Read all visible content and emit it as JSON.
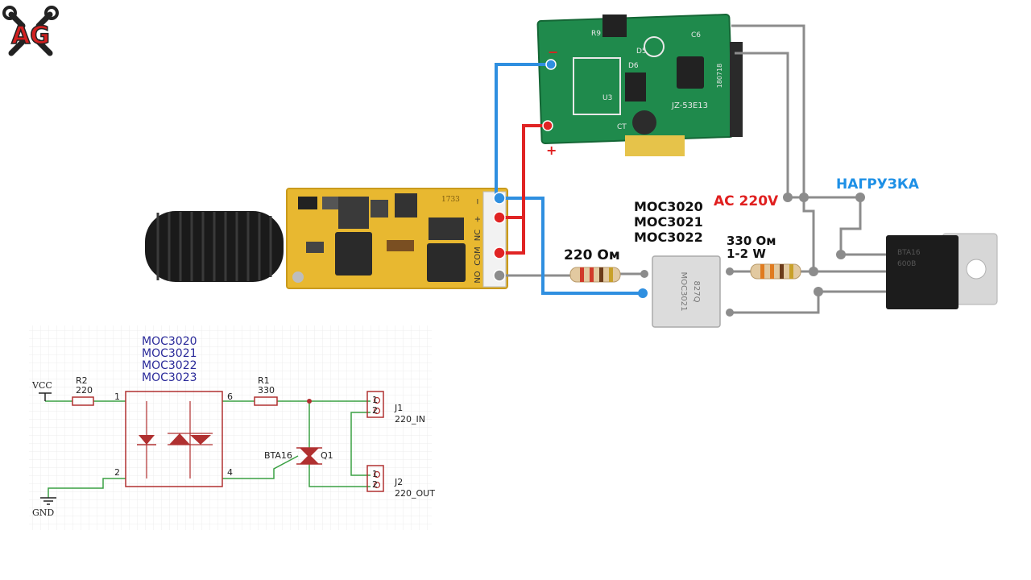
{
  "logo": {
    "text": "AG"
  },
  "wiring": {
    "plus_sign": "+",
    "minus_sign": "−",
    "receiver_pins": [
      "−",
      "+",
      "NC",
      "COM",
      "NO"
    ],
    "receiver_silk": "1733",
    "psu_marks": [
      "D5",
      "R9",
      "D6",
      "U3",
      "CT",
      "C6",
      "JZ-53E13",
      "180718"
    ],
    "moc_models": [
      "MOC3020",
      "MOC3021",
      "MOC3022"
    ],
    "moc_chip_text": [
      "MOC3021",
      "827Q"
    ],
    "res1_label": "220 Ом",
    "res2_label_line1": "330 Ом",
    "res2_label_line2": "1-2 W",
    "ac_label": "AC 220V",
    "load_label": "НАГРУЗКА",
    "triac_text": [
      "BTA16",
      "600B"
    ]
  },
  "schematic": {
    "moc_models": [
      "MOC3020",
      "MOC3021",
      "MOC3022",
      "MOC3023"
    ],
    "vcc": "VCC",
    "gnd": "GND",
    "r2_name": "R2",
    "r2_value": "220",
    "r1_name": "R1",
    "r1_value": "330",
    "pin1": "1",
    "pin2": "2",
    "pin4": "4",
    "pin6": "6",
    "triac_name": "BTA16",
    "triac_ref": "Q1",
    "j1_name": "J1",
    "j1_net": "220_IN",
    "j2_name": "J2",
    "j2_net": "220_OUT",
    "conn_pin1": "1",
    "conn_pin2": "2"
  },
  "colors": {
    "wire_blue": "#2f8fe0",
    "wire_red": "#e02424",
    "wire_gray": "#8c8c8c",
    "pcb_green": "#1f8a4c",
    "pcb_yellow": "#e8b830",
    "label_red": "#e01f1f",
    "label_blue": "#1e90e6",
    "sch_green": "#3aa043",
    "sch_red": "#b03030"
  }
}
